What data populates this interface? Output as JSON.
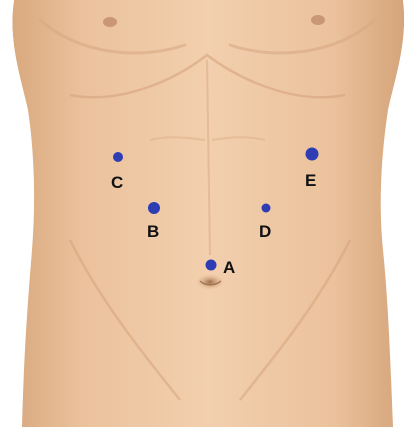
{
  "diagram": {
    "subject": "anterior-abdomen-torso",
    "colors": {
      "background": "#ffffff",
      "skin": "#ecc39d",
      "skin_shadow": "#d9a97f",
      "skin_highlight": "#f4d3b4",
      "marker": "#2e3db4",
      "label": "#111111"
    },
    "points": {
      "A": {
        "label": "A"
      },
      "B": {
        "label": "B"
      },
      "C": {
        "label": "C"
      },
      "D": {
        "label": "D"
      },
      "E": {
        "label": "E"
      }
    }
  }
}
